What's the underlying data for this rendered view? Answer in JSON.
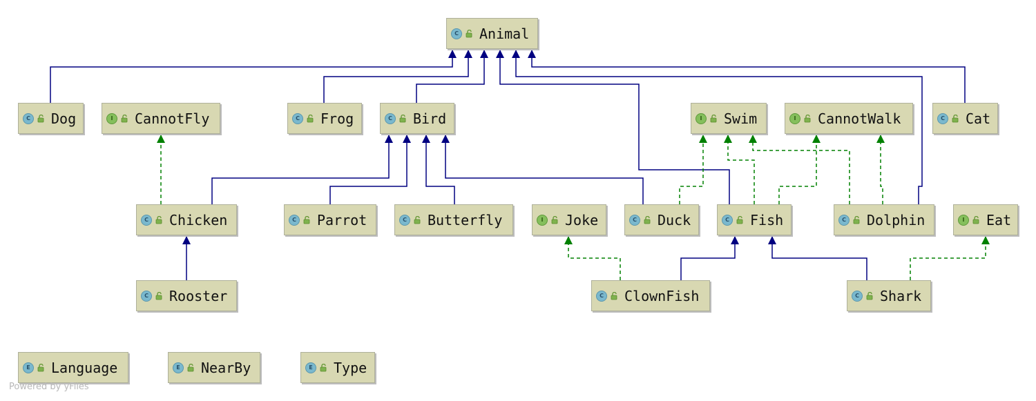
{
  "nodes": [
    {
      "id": "animal",
      "kind": "C",
      "label": "Animal"
    },
    {
      "id": "dog",
      "kind": "C",
      "label": "Dog"
    },
    {
      "id": "cannotfly",
      "kind": "I",
      "label": "CannotFly"
    },
    {
      "id": "frog",
      "kind": "C",
      "label": "Frog"
    },
    {
      "id": "bird",
      "kind": "C",
      "label": "Bird"
    },
    {
      "id": "swim",
      "kind": "I",
      "label": "Swim"
    },
    {
      "id": "cannotwalk",
      "kind": "I",
      "label": "CannotWalk"
    },
    {
      "id": "cat",
      "kind": "C",
      "label": "Cat"
    },
    {
      "id": "chicken",
      "kind": "C",
      "label": "Chicken"
    },
    {
      "id": "parrot",
      "kind": "C",
      "label": "Parrot"
    },
    {
      "id": "butterfly",
      "kind": "C",
      "label": "Butterfly"
    },
    {
      "id": "joke",
      "kind": "I",
      "label": "Joke"
    },
    {
      "id": "duck",
      "kind": "C",
      "label": "Duck"
    },
    {
      "id": "fish",
      "kind": "C",
      "label": "Fish"
    },
    {
      "id": "dolphin",
      "kind": "C",
      "label": "Dolphin"
    },
    {
      "id": "eat",
      "kind": "I",
      "label": "Eat"
    },
    {
      "id": "rooster",
      "kind": "C",
      "label": "Rooster"
    },
    {
      "id": "clownfish",
      "kind": "C",
      "label": "ClownFish"
    },
    {
      "id": "shark",
      "kind": "C",
      "label": "Shark"
    },
    {
      "id": "language",
      "kind": "E",
      "label": "Language"
    },
    {
      "id": "nearby",
      "kind": "E",
      "label": "NearBy"
    },
    {
      "id": "type",
      "kind": "E",
      "label": "Type"
    }
  ],
  "edges": [
    {
      "from": "dog",
      "to": "animal",
      "type": "extends"
    },
    {
      "from": "frog",
      "to": "animal",
      "type": "extends"
    },
    {
      "from": "bird",
      "to": "animal",
      "type": "extends"
    },
    {
      "from": "fish",
      "to": "animal",
      "type": "extends"
    },
    {
      "from": "dolphin",
      "to": "animal",
      "type": "extends"
    },
    {
      "from": "cat",
      "to": "animal",
      "type": "extends"
    },
    {
      "from": "chicken",
      "to": "bird",
      "type": "extends"
    },
    {
      "from": "parrot",
      "to": "bird",
      "type": "extends"
    },
    {
      "from": "butterfly",
      "to": "bird",
      "type": "extends"
    },
    {
      "from": "duck",
      "to": "bird",
      "type": "extends"
    },
    {
      "from": "chicken",
      "to": "cannotfly",
      "type": "implements"
    },
    {
      "from": "rooster",
      "to": "chicken",
      "type": "extends"
    },
    {
      "from": "duck",
      "to": "swim",
      "type": "implements"
    },
    {
      "from": "fish",
      "to": "swim",
      "type": "implements"
    },
    {
      "from": "dolphin",
      "to": "swim",
      "type": "implements"
    },
    {
      "from": "fish",
      "to": "cannotwalk",
      "type": "implements"
    },
    {
      "from": "dolphin",
      "to": "cannotwalk",
      "type": "implements"
    },
    {
      "from": "clownfish",
      "to": "joke",
      "type": "implements"
    },
    {
      "from": "clownfish",
      "to": "fish",
      "type": "extends"
    },
    {
      "from": "shark",
      "to": "fish",
      "type": "extends"
    },
    {
      "from": "shark",
      "to": "eat",
      "type": "implements"
    }
  ],
  "colors": {
    "extends": "#000080",
    "implements": "#008000",
    "node_fill": "#d8d8b2"
  },
  "footer": "Powered by yFiles"
}
